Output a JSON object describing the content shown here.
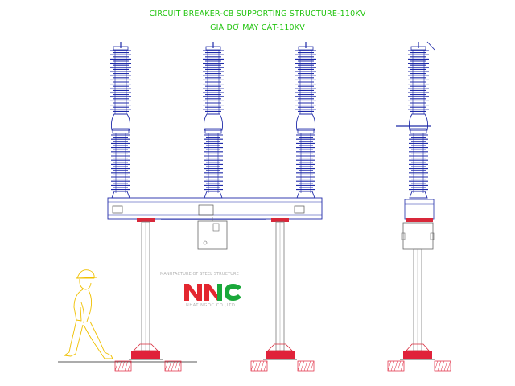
{
  "drawing": {
    "title_line1": "CIRCUIT BREAKER-CB SUPPORTING STRUCTURE-110KV",
    "title_line2": "GIÁ ĐỠ MÁY CẮT-110KV"
  },
  "logo": {
    "caption": "MANUFACTURE OF STEEL STRUCTURE",
    "initials": "NNC",
    "company": "NHAT NGOC CO.,LTD"
  },
  "colors": {
    "title": "#22c40f",
    "insulator": "#1f2aa8",
    "steel": "#7a7a7a",
    "base_plate": "#d8283a",
    "foundation": "#e0223a",
    "figure": "#f0c000",
    "logo_red": "#e3262f",
    "logo_green": "#1aa83a"
  }
}
